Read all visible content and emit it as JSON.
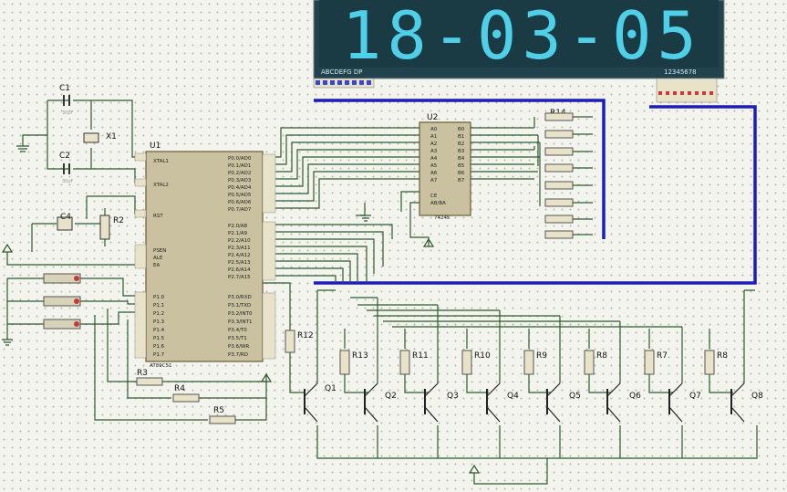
{
  "display": {
    "readout": "18-03-05",
    "segment_pins_label": "ABCDEFG DP",
    "digit_pins_label": "12345678"
  },
  "components": {
    "c1": "C1",
    "c1_value": "30pF",
    "c2": "C2",
    "c2_value": "30pF",
    "x1": "X1",
    "c4": "C4",
    "r2": "R2",
    "u1": "U1",
    "u2": "U2",
    "r14": "R14",
    "r3": "R3",
    "r4": "R4",
    "r5": "R5",
    "r12": "R12",
    "r13": "R13",
    "r11": "R11",
    "r10": "R10",
    "r9": "R9",
    "r6": "R8",
    "r7": "R7",
    "r8": "R8",
    "q1": "Q1",
    "q2": "Q2",
    "q3": "Q3",
    "q4": "Q4",
    "q5": "Q5",
    "q6": "Q6",
    "q7": "Q7",
    "q8": "Q8"
  },
  "u1": {
    "part": "AT89C51",
    "left_pins": [
      "XTAL1",
      "XTAL2",
      "RST",
      "PSEN",
      "ALE",
      "EA",
      "P1.0",
      "P1.1",
      "P1.2",
      "P1.3",
      "P1.4",
      "P1.5",
      "P1.6",
      "P1.7"
    ],
    "right_pins": [
      "P0.0/AD0",
      "P0.1/AD1",
      "P0.2/AD2",
      "P0.3/AD3",
      "P0.4/AD4",
      "P0.5/AD5",
      "P0.6/AD6",
      "P0.7/AD7",
      "P2.0/A8",
      "P2.1/A9",
      "P2.2/A10",
      "P2.3/A11",
      "P2.4/A12",
      "P2.5/A13",
      "P2.6/A14",
      "P2.7/A15",
      "P3.0/RXD",
      "P3.1/TXD",
      "P3.2/INT0",
      "P3.3/INT1",
      "P3.4/T0",
      "P3.5/T1",
      "P3.6/WR",
      "P3.7/RD"
    ]
  },
  "u2": {
    "part": "74245",
    "left_pins": [
      "A0",
      "A1",
      "A2",
      "A3",
      "A4",
      "A5",
      "A6",
      "A7",
      "CE",
      "AB/BA"
    ],
    "right_pins": [
      "B0",
      "B1",
      "B2",
      "B3",
      "B4",
      "B5",
      "B6",
      "B7"
    ]
  }
}
